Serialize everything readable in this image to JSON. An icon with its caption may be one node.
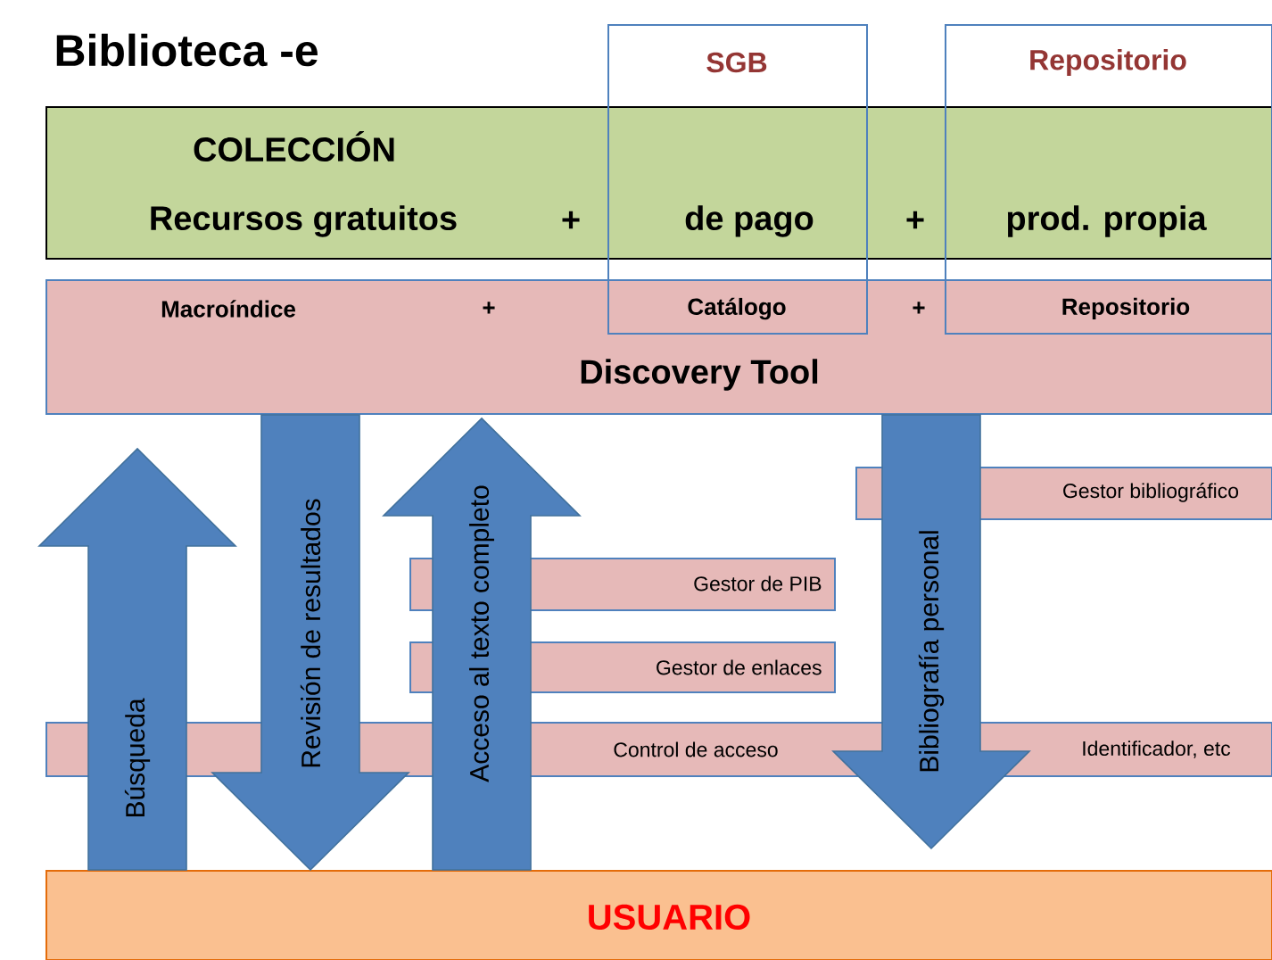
{
  "diagram": {
    "title": "Biblioteca -e",
    "nodes": [
      {
        "text": [
          "SGB",
          "de pago",
          "Catálogo"
        ]
      },
      {
        "text": [
          "Repositorio",
          "prod. propia",
          "Repositorio"
        ]
      },
      {
        "text": [
          "COLECCIÓN",
          "Recursos gratuitos",
          "+",
          "+"
        ]
      },
      {
        "text": [
          "Macroíndice",
          "+",
          "+",
          "Discovery Tool"
        ]
      },
      {
        "text": [
          "Gestor bibliográfico"
        ]
      },
      {
        "text": [
          "Gestor de PIB"
        ]
      },
      {
        "text": [
          "Gestor de enlaces"
        ]
      },
      {
        "text": [
          "Control de acceso",
          "Identificador, etc"
        ]
      },
      {
        "text": [
          "USUARIO"
        ]
      }
    ],
    "edges": [
      {
        "from": 8,
        "to": 3,
        "arrow": "to",
        "label": "Búsqueda"
      },
      {
        "from": 3,
        "to": 8,
        "arrow": "to",
        "label": "Revisión de resultados"
      },
      {
        "from": 8,
        "to": 3,
        "arrow": "to",
        "label": "Acceso al texto completo"
      },
      {
        "from": 3,
        "to": 8,
        "arrow": "to",
        "label": "Bibliografía personal"
      }
    ]
  }
}
